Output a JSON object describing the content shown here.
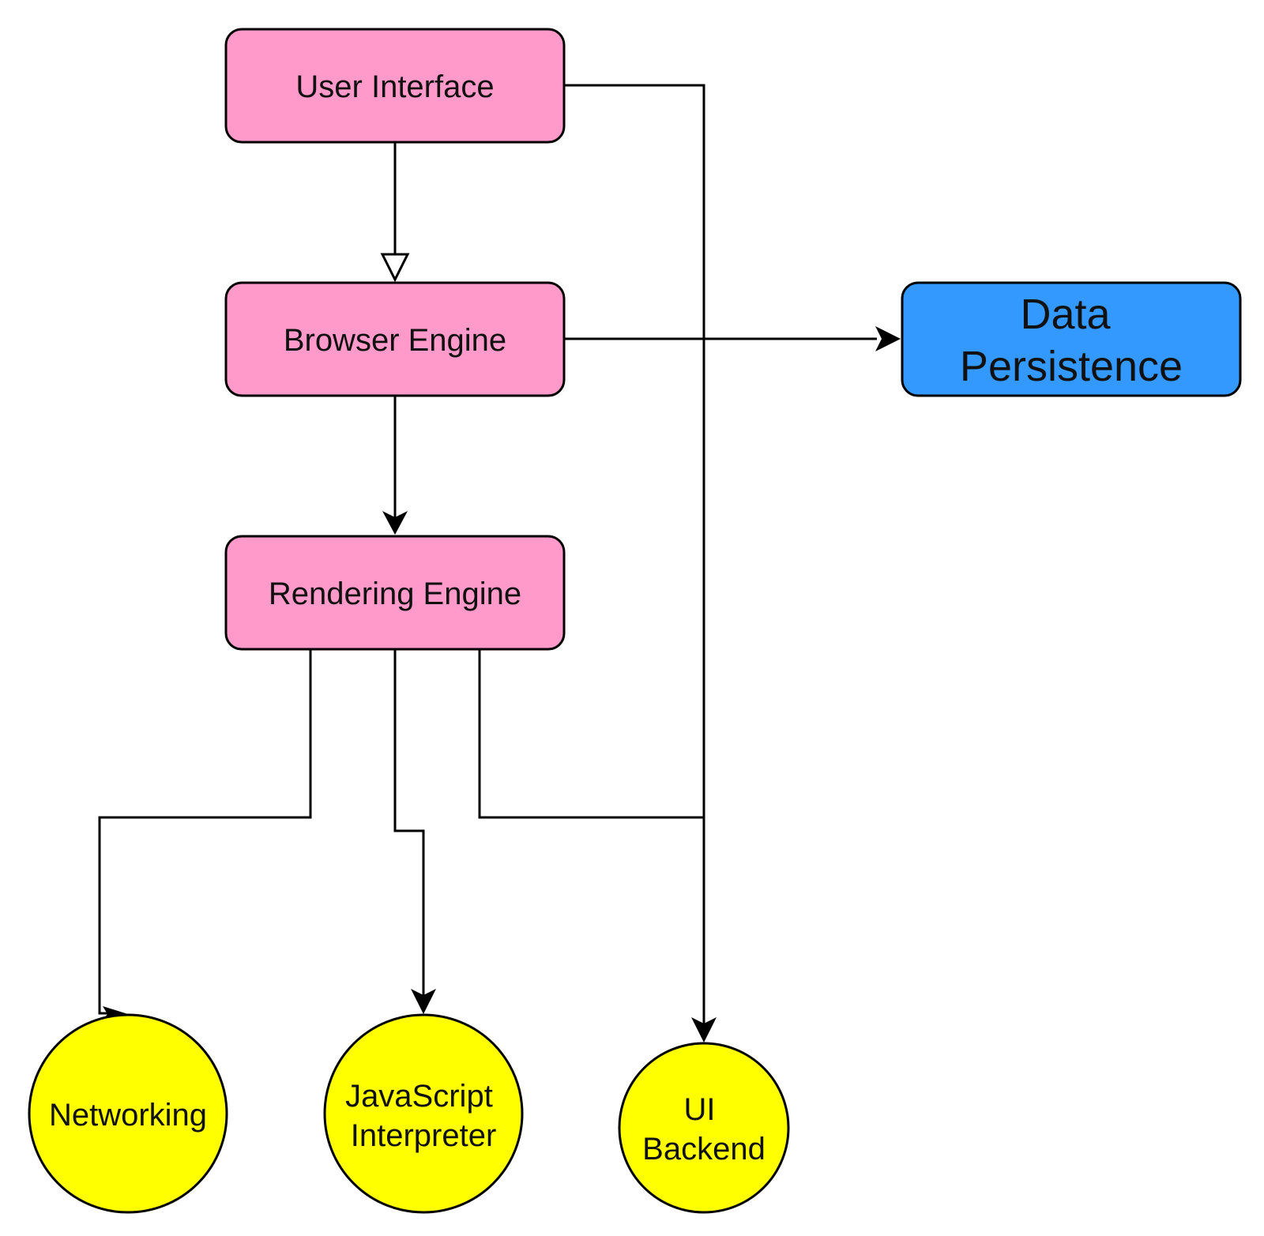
{
  "colors": {
    "component": "#FF9ACB",
    "storage": "#3399FF",
    "subsystem": "#FFFF00",
    "stroke": "#000000"
  },
  "nodes": {
    "user_interface": "User Interface",
    "browser_engine": "Browser Engine",
    "rendering_engine": "Rendering Engine",
    "data_persistence": [
      "Data",
      "Persistence"
    ],
    "networking": "Networking",
    "javascript_interpreter": [
      "JavaScript",
      "Interpreter"
    ],
    "ui_backend": [
      "UI",
      "Backend"
    ]
  },
  "edges": [
    {
      "from": "user_interface",
      "to": "browser_engine",
      "arrow": "hollow-triangle"
    },
    {
      "from": "user_interface",
      "to": "ui_backend",
      "arrow": "filled"
    },
    {
      "from": "browser_engine",
      "to": "data_persistence",
      "arrow": "filled"
    },
    {
      "from": "browser_engine",
      "to": "rendering_engine",
      "arrow": "filled"
    },
    {
      "from": "rendering_engine",
      "to": "networking",
      "arrow": "filled"
    },
    {
      "from": "rendering_engine",
      "to": "javascript_interpreter",
      "arrow": "filled"
    },
    {
      "from": "rendering_engine",
      "to": "ui_backend",
      "arrow": "filled"
    }
  ]
}
